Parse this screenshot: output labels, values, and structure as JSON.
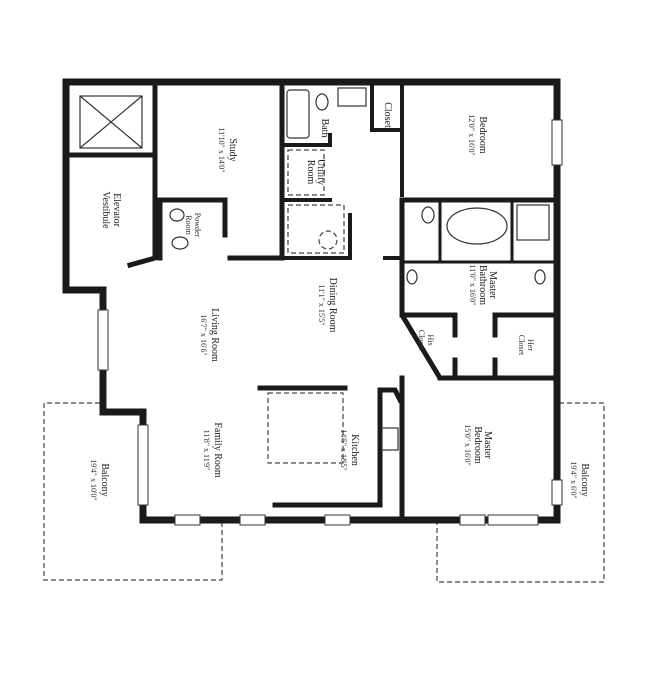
{
  "rooms": {
    "study": {
      "name": "Study",
      "size": "11'10\" x 14'0\""
    },
    "bath": {
      "name": "Bath"
    },
    "utility": {
      "name": "Utility",
      "name2": "Room"
    },
    "closet": {
      "name": "Closet"
    },
    "bedroom": {
      "name": "Bedroom",
      "size": "12'0\" x 16'0\""
    },
    "elevator": {
      "name": "Elevator",
      "name2": "Vestibule"
    },
    "powder": {
      "name": "Powder",
      "name2": "Room"
    },
    "living": {
      "name": "Living Room",
      "size": "16'7\" x 16'6\""
    },
    "dining": {
      "name": "Dining Room",
      "size": "11'1\" x 15'5\""
    },
    "family": {
      "name": "Family Room",
      "size": "11'8\" x 11'9\""
    },
    "kitchen": {
      "name": "Kitchen",
      "size": "14'5\" x 18'5\""
    },
    "master_bath": {
      "name": "Master",
      "name2": "Bathroom",
      "size": "11'0\" x 16'0\""
    },
    "his_closet": {
      "name": "His",
      "name2": "Closet"
    },
    "her_closet": {
      "name": "Her",
      "name2": "Closet"
    },
    "master_bed": {
      "name": "Master",
      "name2": "Bedroom",
      "size": "15'0\" x 16'0\""
    },
    "balcony_left": {
      "name": "Balcony",
      "size": "19'4\" x 10'0\""
    },
    "balcony_right": {
      "name": "Balcony",
      "size": "19'4\" x 6'0\""
    }
  }
}
